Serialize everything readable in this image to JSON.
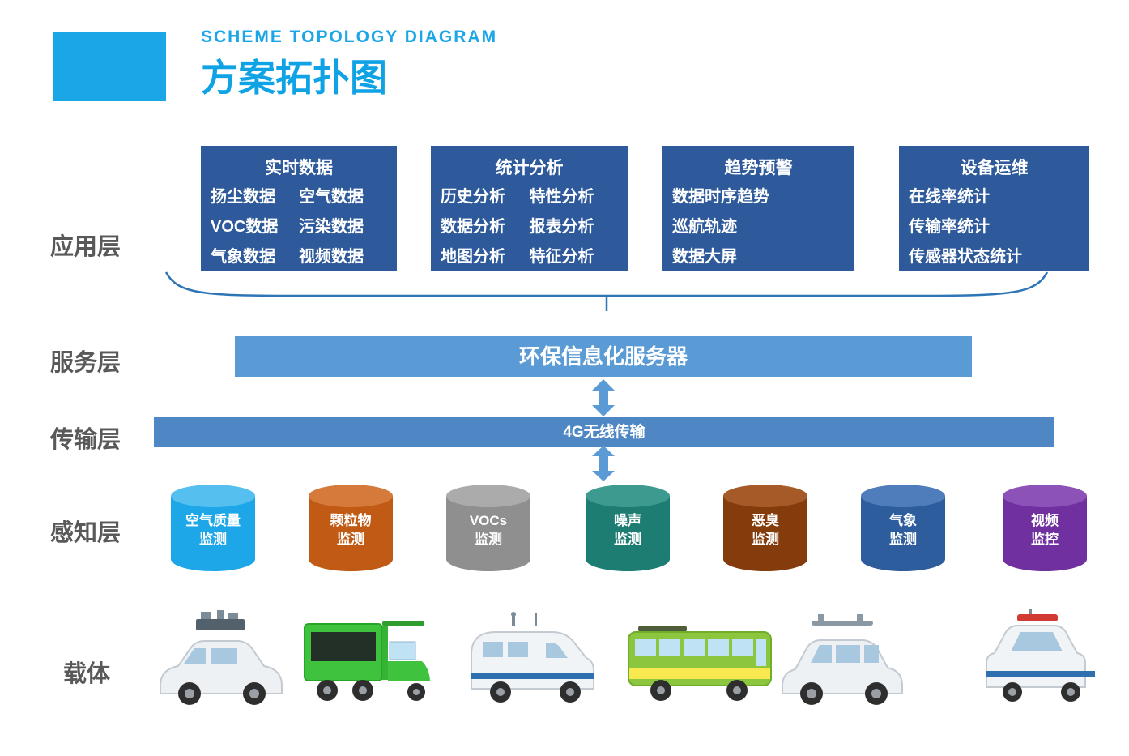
{
  "header": {
    "subtitle": "SCHEME TOPOLOGY DIAGRAM",
    "title": "方案拓扑图"
  },
  "colors": {
    "accent_blue": "#1ba6e8",
    "app_box_blue": "#2e5a9c",
    "service_bar_blue": "#5b9bd5",
    "transmission_bar_blue": "#4e87c3",
    "brace_blue": "#2e75b6",
    "arrow_blue": "#5b9bd5",
    "layer_label_gray": "#595959"
  },
  "layers": [
    {
      "label": "应用层"
    },
    {
      "label": "服务层"
    },
    {
      "label": "传输层"
    },
    {
      "label": "感知层"
    },
    {
      "label": "载体"
    }
  ],
  "application": {
    "boxes": [
      {
        "title": "实时数据",
        "rows": [
          [
            "扬尘数据",
            "空气数据"
          ],
          [
            "VOC数据",
            "污染数据"
          ],
          [
            "气象数据",
            "视频数据"
          ]
        ]
      },
      {
        "title": "统计分析",
        "rows": [
          [
            "历史分析",
            "特性分析"
          ],
          [
            "数据分析",
            "报表分析"
          ],
          [
            "地图分析",
            "特征分析"
          ]
        ]
      },
      {
        "title": "趋势预警",
        "items": [
          "数据时序趋势",
          "巡航轨迹",
          "数据大屏"
        ]
      },
      {
        "title": "设备运维",
        "items": [
          "在线率统计",
          "传输率统计",
          "传感器状态统计"
        ]
      }
    ]
  },
  "service": {
    "label": "环保信息化服务器"
  },
  "transmission": {
    "label": "4G无线传输"
  },
  "perception": {
    "cylinders": [
      {
        "line1": "空气质量",
        "line2": "监测",
        "color": "#1ea7e8",
        "top_color": "#55bff0"
      },
      {
        "line1": "颗粒物",
        "line2": "监测",
        "color": "#c05a15",
        "top_color": "#d57a3a"
      },
      {
        "line1": "VOCs",
        "line2": "监测",
        "color": "#8f8f8f",
        "top_color": "#ababab"
      },
      {
        "line1": "噪声",
        "line2": "监测",
        "color": "#1e7d73",
        "top_color": "#3d9a8f"
      },
      {
        "line1": "恶臭",
        "line2": "监测",
        "color": "#843c0c",
        "top_color": "#a55a28"
      },
      {
        "line1": "气象",
        "line2": "监测",
        "color": "#2e5d9e",
        "top_color": "#4f7cba"
      },
      {
        "line1": "视频",
        "line2": "监控",
        "color": "#7030a0",
        "top_color": "#8d52b8"
      }
    ]
  },
  "carrier": {
    "vehicles": [
      {
        "name": "air-monitoring-car"
      },
      {
        "name": "particulate-monitoring-tricycle"
      },
      {
        "name": "monitoring-van"
      },
      {
        "name": "city-bus"
      },
      {
        "name": "monitoring-suv"
      },
      {
        "name": "patrol-cart"
      }
    ]
  }
}
